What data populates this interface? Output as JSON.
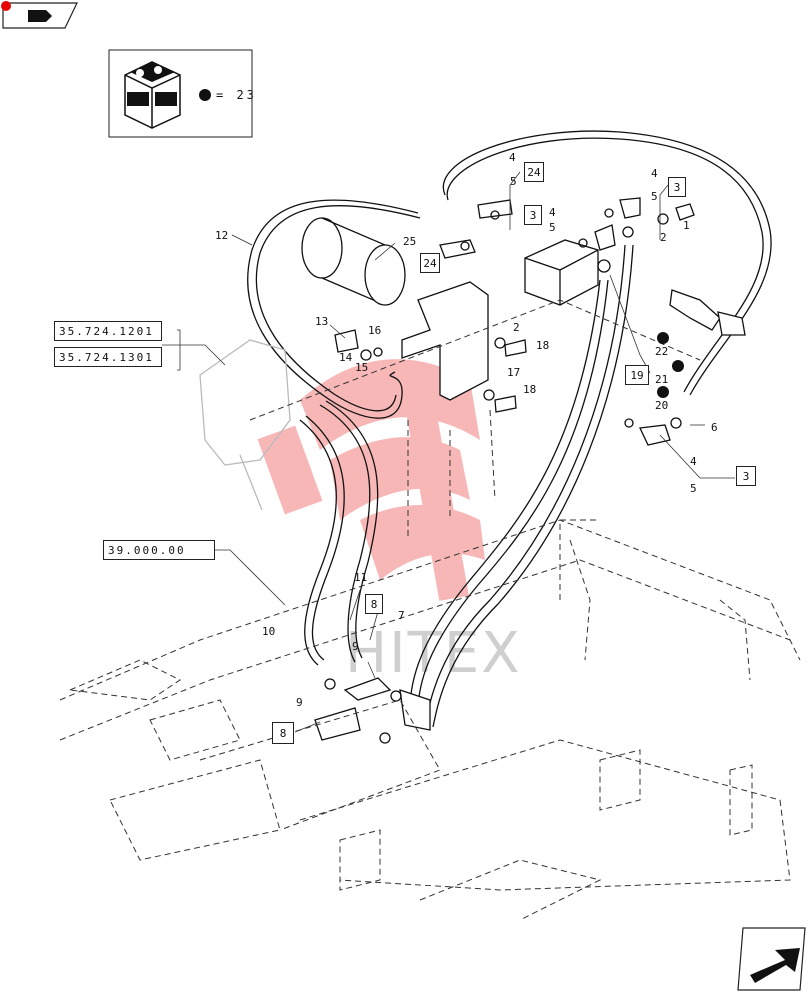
{
  "kit": {
    "legend_text": "= 23",
    "badge_label": "KIT"
  },
  "references": {
    "ref1": "35.724.1201",
    "ref2": "35.724.1301",
    "ref3": "39.000.00"
  },
  "boxed_numbers": {
    "b24a": "24",
    "b24b": "24",
    "b3a": "3",
    "b3b": "3",
    "b3c": "3",
    "b19": "19",
    "b8a": "8",
    "b8b": "8"
  },
  "callouts": {
    "c1": "1",
    "c2a": "2",
    "c2b": "2",
    "c4a": "4",
    "c4b": "4",
    "c4c": "4",
    "c4d": "4",
    "c5a": "5",
    "c5b": "5",
    "c5c": "5",
    "c5d": "5",
    "c6": "6",
    "c7": "7",
    "c9a": "9",
    "c9b": "9",
    "c10": "10",
    "c11": "11",
    "c12": "12",
    "c13": "13",
    "c14": "14",
    "c15": "15",
    "c16": "16",
    "c17": "17",
    "c18a": "18",
    "c18b": "18",
    "c20": "20",
    "c21": "21",
    "c22": "22",
    "c25": "25"
  },
  "watermark": {
    "text": "HITEX",
    "color": "#e60000"
  }
}
